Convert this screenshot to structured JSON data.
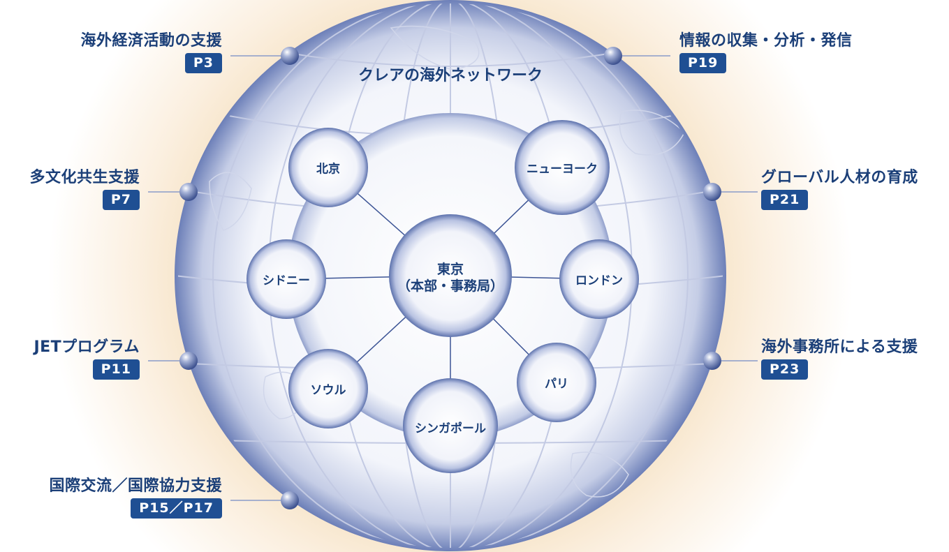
{
  "network_title": "クレアの海外ネットワーク",
  "center": {
    "line1": "東京",
    "line2": "（本部・事務局）"
  },
  "offices": [
    "北京",
    "ニューヨーク",
    "シドニー",
    "ロンドン",
    "ソウル",
    "パリ",
    "シンガポール"
  ],
  "left_items": [
    {
      "title": "海外経済活動の支援",
      "page": "P3"
    },
    {
      "title": "多文化共生支援",
      "page": "P7"
    },
    {
      "title": "JETプログラム",
      "page": "P11"
    },
    {
      "title": "国際交流／国際協力支援",
      "page": "P15／P17"
    }
  ],
  "right_items": [
    {
      "title": "情報の収集・分析・発信",
      "page": "P19"
    },
    {
      "title": "グローバル人材の育成",
      "page": "P21"
    },
    {
      "title": "海外事務所による支援",
      "page": "P23"
    }
  ],
  "colors": {
    "primary": "#1b3f78",
    "badge": "#1f4f93",
    "glow": "#f3dcb8"
  }
}
